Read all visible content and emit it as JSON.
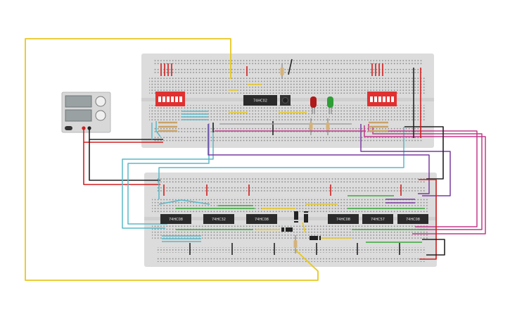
{
  "power_supply": {
    "display_top": "",
    "display_bottom": ""
  },
  "chips": {
    "top_board": [
      "74HC02"
    ],
    "bottom_board": [
      "74HC08",
      "74HC32",
      "74HC08",
      "74HC08",
      "74HC57",
      "74HC08"
    ]
  },
  "leds": [
    {
      "color": "#b01a1a"
    },
    {
      "color": "#2e9e36"
    }
  ],
  "colors": {
    "board": "#dcdcdc",
    "wire_yellow": "#e8c81e",
    "wire_cyan": "#5ab8c8",
    "wire_purple": "#7a3aa0",
    "wire_magenta": "#c03a8a",
    "wire_red": "#d21e1e",
    "wire_black": "#222222",
    "wire_green": "#3aaa3a",
    "dip_switch": "#e23030"
  }
}
